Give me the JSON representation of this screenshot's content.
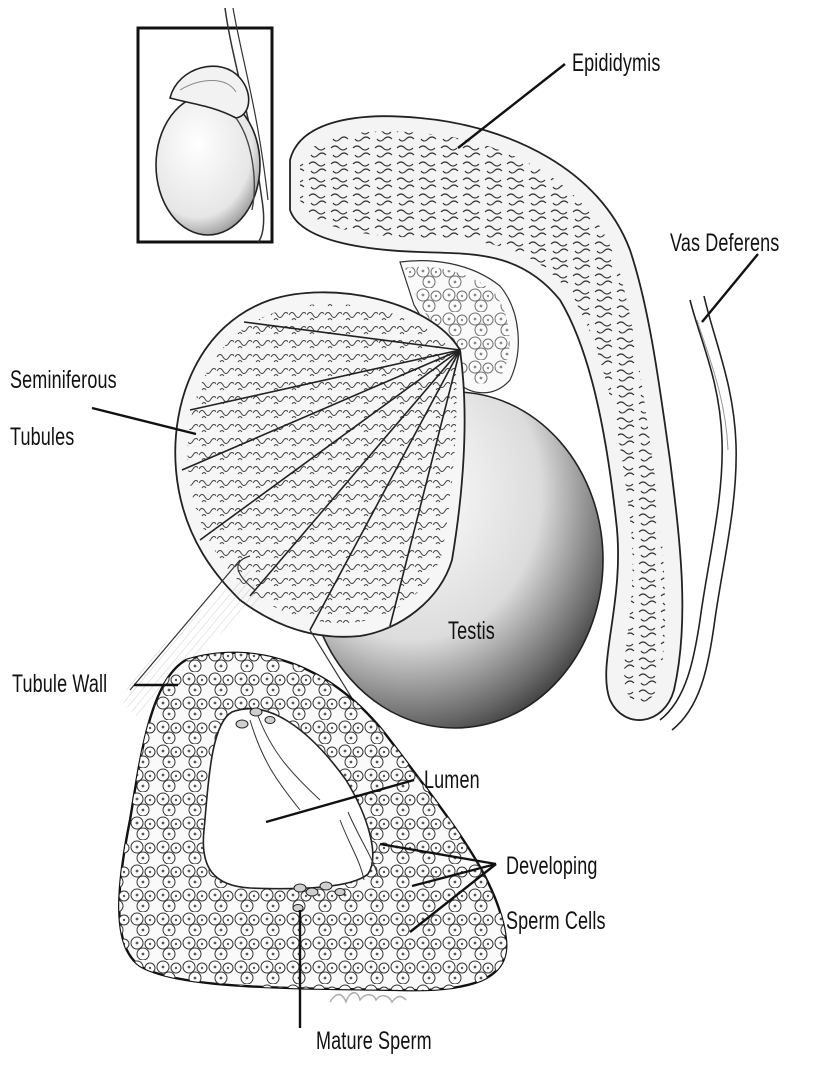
{
  "labels": {
    "epididymis": "Epididymis",
    "vas_deferens": "Vas Deferens",
    "seminiferous_line1": "Seminiferous",
    "seminiferous_line2": "Tubules",
    "testis": "Testis",
    "tubule_wall": "Tubule Wall",
    "lumen": "Lumen",
    "developing_line1": "Developing",
    "developing_line2": "Sperm Cells",
    "mature_sperm": "Mature Sperm"
  },
  "colors": {
    "ink": "#111111",
    "shade": "#8a8a8a",
    "background": "#ffffff"
  }
}
